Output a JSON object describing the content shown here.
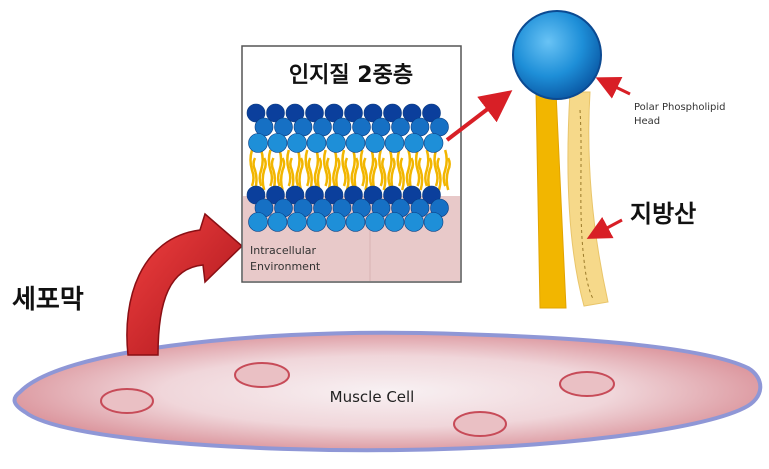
{
  "labels": {
    "bilayer_title": "인지질 2중층",
    "intracellular_line1": "Intracellular",
    "intracellular_line2": "Environment",
    "polar_head_line1": "Polar Phospholipid",
    "polar_head_line2": "Head",
    "fatty_acid": "지방산",
    "cell_membrane": "세포막",
    "muscle_cell": "Muscle Cell"
  },
  "colors": {
    "head_blue": "#1e8fd8",
    "head_dark": "#0b3f9c",
    "tail_yellow": "#f2b600",
    "tail_pale": "#f6d98a",
    "arrow_red": "#d81f26",
    "cell_fill": "#e9b9bd",
    "cell_outline": "#8f97d6",
    "intracellular_bg": "#e8c9c9"
  }
}
